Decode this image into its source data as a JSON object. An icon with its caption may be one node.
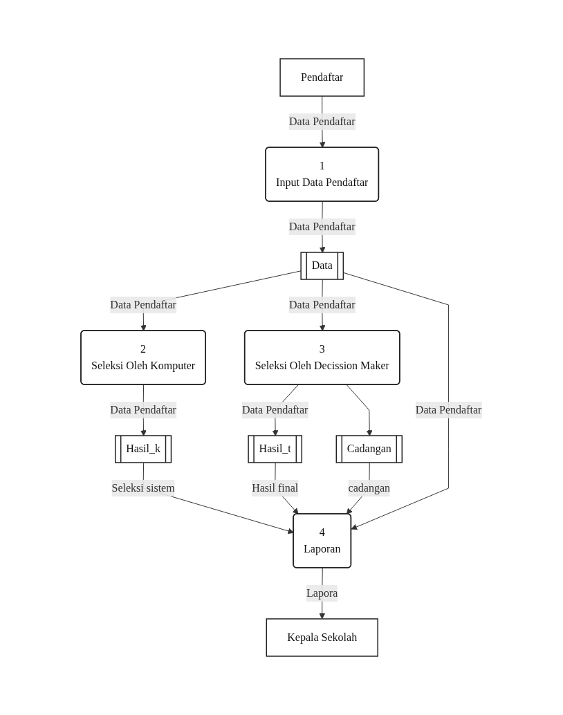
{
  "diagram": {
    "nodes": [
      {
        "text": [
          "Pendaftar"
        ]
      },
      {
        "text": [
          "1",
          "Input Data Pendaftar"
        ]
      },
      {
        "text": [
          "Data"
        ]
      },
      {
        "text": [
          "2",
          "Seleksi Oleh Komputer"
        ]
      },
      {
        "text": [
          "Hasil_k"
        ]
      },
      {
        "text": [
          "3",
          "Seleksi Oleh Decission Maker"
        ]
      },
      {
        "text": [
          "Hasil_t"
        ]
      },
      {
        "text": [
          "Cadangan"
        ]
      },
      {
        "text": [
          "4",
          "Laporan"
        ]
      },
      {
        "text": [
          "Kepala Sekolah"
        ]
      }
    ],
    "edges": [
      {
        "from": 0,
        "to": 1,
        "arrow": "to",
        "label": "Data Pendaftar"
      },
      {
        "from": 1,
        "to": 2,
        "arrow": "to",
        "label": "Data Pendaftar"
      },
      {
        "from": 2,
        "to": 3,
        "arrow": "to",
        "label": "Data Pendaftar"
      },
      {
        "from": 3,
        "to": 4,
        "arrow": "to",
        "label": "Data Pendaftar"
      },
      {
        "from": 2,
        "to": 5,
        "arrow": "to",
        "label": "Data Pendaftar"
      },
      {
        "from": 5,
        "to": 6,
        "arrow": "to",
        "label": "Data Pendaftar"
      },
      {
        "from": 5,
        "to": 7,
        "arrow": "to"
      },
      {
        "from": 7,
        "to": 8,
        "arrow": "to",
        "label": "cadangan"
      },
      {
        "from": 4,
        "to": 8,
        "arrow": "to",
        "label": "Seleksi sistem"
      },
      {
        "from": 6,
        "to": 8,
        "arrow": "to",
        "label": "Hasil final"
      },
      {
        "from": 2,
        "to": 8,
        "arrow": "to",
        "label": "Data Pendaftar"
      },
      {
        "from": 8,
        "to": 9,
        "arrow": "to",
        "label": "Lapora"
      }
    ]
  }
}
